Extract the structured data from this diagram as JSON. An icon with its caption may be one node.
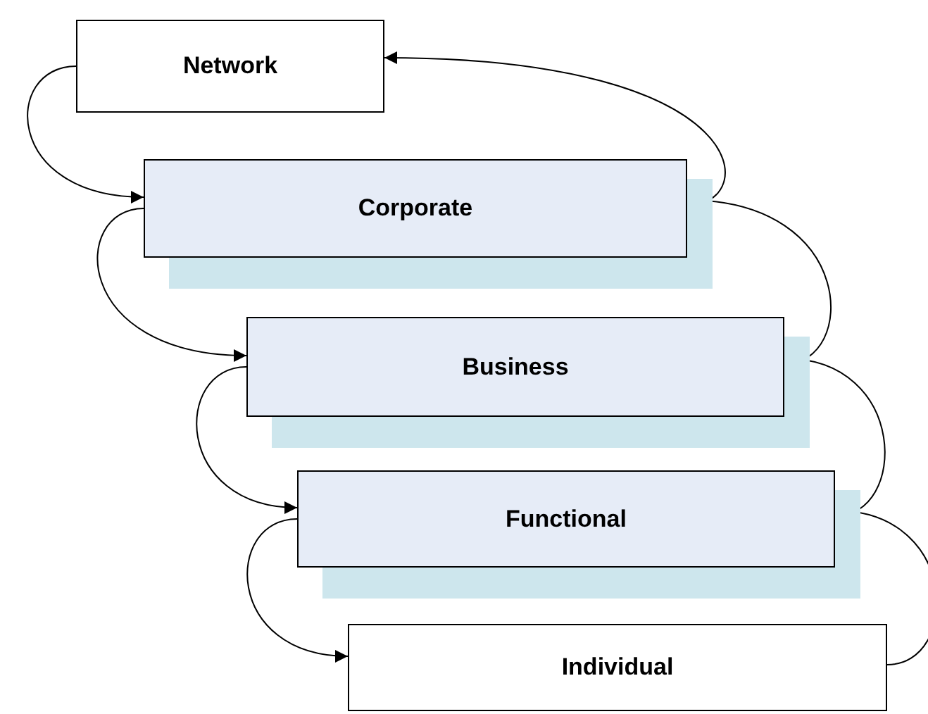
{
  "diagram": {
    "nodes": [
      {
        "text": [
          "Network"
        ]
      },
      {
        "text": [
          "Corporate"
        ]
      },
      {
        "text": [
          "Business"
        ]
      },
      {
        "text": [
          "Functional"
        ]
      },
      {
        "text": [
          "Individual"
        ]
      }
    ],
    "edges": [
      {
        "from": 0,
        "to": 1,
        "arrow": "to"
      },
      {
        "from": 1,
        "to": 0,
        "arrow": "to"
      },
      {
        "from": 1,
        "to": 2,
        "arrow": "to"
      },
      {
        "from": 2,
        "to": 1,
        "arrow": "to"
      },
      {
        "from": 2,
        "to": 3,
        "arrow": "to"
      },
      {
        "from": 3,
        "to": 2,
        "arrow": "to"
      },
      {
        "from": 3,
        "to": 4,
        "arrow": "to"
      },
      {
        "from": 4,
        "to": 3,
        "arrow": "to"
      }
    ]
  }
}
